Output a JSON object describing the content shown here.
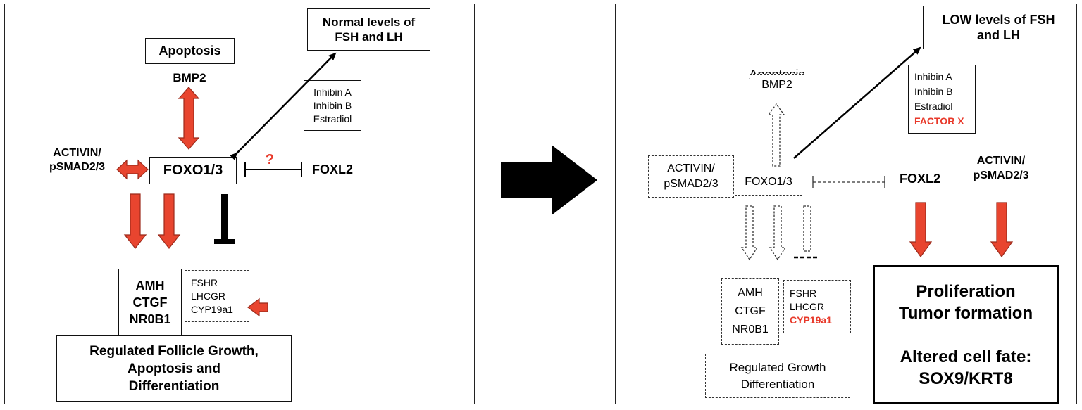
{
  "colors": {
    "arrow_red": "#e8452f",
    "arrow_red_stroke": "#9c2a1b",
    "text_red": "#e8392a",
    "line": "#000000"
  },
  "left": {
    "hormone_box": [
      "Normal levels of",
      "FSH and LH"
    ],
    "apoptosis": "Apoptosis",
    "bmp2": "BMP2",
    "inhibitors": [
      "Inhibin A",
      "Inhibin B",
      "Estradiol"
    ],
    "activin": [
      "ACTIVIN/",
      "pSMAD2/3"
    ],
    "foxo": "FOXO1/3",
    "question": "?",
    "foxl2": "FOXL2",
    "targets_main": [
      "AMH",
      "CTGF",
      "NR0B1"
    ],
    "targets_receptors": [
      "FSHR",
      "LHCGR",
      "CYP19a1"
    ],
    "outcome": [
      "Regulated Follicle Growth,",
      "Apoptosis and",
      "Differentiation"
    ]
  },
  "right": {
    "hormone_box": [
      "LOW levels of FSH",
      "and LH"
    ],
    "apoptosis": "Apoptosis",
    "bmp2": "BMP2",
    "inhibitors": [
      "Inhibin A",
      "Inhibin B",
      "Estradiol"
    ],
    "factor_x": "FACTOR X",
    "activin_dashed": [
      "ACTIVIN/",
      "pSMAD2/3"
    ],
    "foxo": "FOXO1/3",
    "foxl2": "FOXL2",
    "activin": [
      "ACTIVIN/",
      "pSMAD2/3"
    ],
    "targets_main": [
      "AMH",
      "CTGF",
      "NR0B1"
    ],
    "targets_receptors": [
      "FSHR",
      "LHCGR",
      "CYP19a1"
    ],
    "outcome_dashed": [
      "Regulated Growth",
      "Differentiation"
    ],
    "outcome": [
      "Proliferation",
      "Tumor formation",
      "",
      "Altered cell fate:",
      "SOX9/KRT8"
    ]
  }
}
